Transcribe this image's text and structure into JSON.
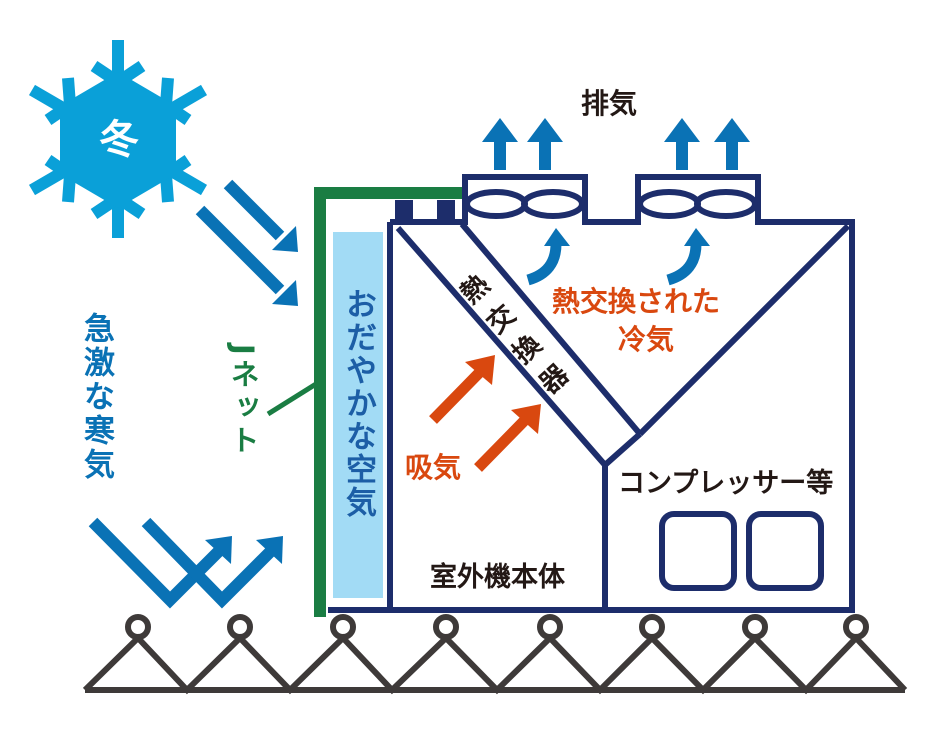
{
  "colors": {
    "snow": "#0aa0d8",
    "cold_arrow": "#0a72b5",
    "jnet": "#1a7d43",
    "unit": "#1d2d6b",
    "calm_air_fill": "#a2dbf5",
    "warm": "#d9480f",
    "ground": "#3e3a39"
  },
  "labels": {
    "winter": "冬",
    "sudden_cold": "急激な寒気",
    "jnet": "Jネット",
    "calm_air": "おだやかな空気",
    "exhaust": "排気",
    "heat_exchanger": [
      "熱",
      "交",
      "換",
      "器"
    ],
    "exchanged_cool_air_line1": "熱交換された",
    "exchanged_cool_air_line2": "冷気",
    "intake": "吸気",
    "compressor": "コンプレッサー等",
    "unit_body": "室外機本体"
  }
}
